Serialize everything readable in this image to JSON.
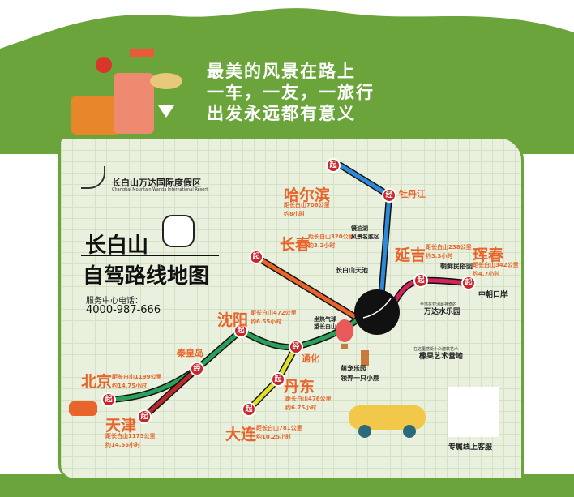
{
  "header": {
    "slogan": [
      "最美的风景在路上",
      "一车，一友，一旅行",
      "出发永远都有意义"
    ]
  },
  "logo": {
    "name_cn": "长白山万达国际度假区",
    "name_en": "Changbai Mountain Wanda International Resort"
  },
  "title": {
    "line1": "长白山",
    "line2": "自驾路线地图"
  },
  "service": {
    "label": "服务中心电话：",
    "phone": "4000-987-666"
  },
  "markers": {
    "start": "起",
    "via": "经"
  },
  "cities": [
    {
      "name": "哈尔滨",
      "distance": "距长白山706公里",
      "time": "约8小时"
    },
    {
      "name": "长春",
      "distance": "距长白山320公里",
      "time": "约3.2小时"
    },
    {
      "name": "延吉",
      "distance": "距长白山238公里",
      "time": "约3.3小时"
    },
    {
      "name": "珲春",
      "distance": "距长白山342公里",
      "time": "约4.7小时"
    },
    {
      "name": "沈阳",
      "distance": "距长白山472公里",
      "time": "约6.55小时"
    },
    {
      "name": "北京",
      "distance": "距长白山1199公里",
      "time": "约14.75小时"
    },
    {
      "name": "天津",
      "distance": "距长白山1175公里",
      "time": "约14.55小时"
    },
    {
      "name": "丹东",
      "distance": "距长白山476公里",
      "time": "约6.75小时"
    },
    {
      "name": "大连",
      "distance": "距长白山781公里",
      "time": "约10.25小时"
    }
  ],
  "via_cities": [
    "牡丹江",
    "秦皇岛",
    "通化"
  ],
  "pois": {
    "jingpo": [
      "镜泊湖",
      "风景名胜区"
    ],
    "tianchi": "长白山天池",
    "folk": "朝鲜民俗园",
    "port": "中朝口岸",
    "water_caption": "坐落在亚洲最神奇的",
    "water": "万达水乐园",
    "camp_caption": "在这里感受小众建筑艺术",
    "camp": "橡果艺术营地",
    "pet": [
      "萌宠乐园",
      "领养一只小鹿"
    ],
    "balloon": [
      "坐热气球",
      "望长白山"
    ]
  },
  "qr": {
    "label": "专属线上客服"
  },
  "colors": {
    "green": "#6aa43a",
    "orange": "#e8642a",
    "red": "#c8262b"
  }
}
